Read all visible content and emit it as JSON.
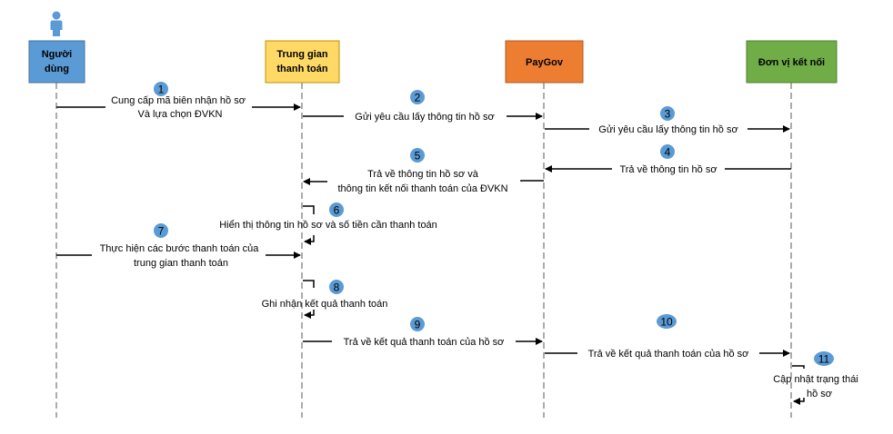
{
  "participants": [
    {
      "id": "user",
      "line1": "Người",
      "line2": "dùng",
      "color": "#5b9bd5"
    },
    {
      "id": "broker",
      "line1": "Trung gian",
      "line2": "thanh toán",
      "color": "#ffd966"
    },
    {
      "id": "paygov",
      "line1": "PayGov",
      "line2": "",
      "color": "#ed7d31"
    },
    {
      "id": "partner",
      "line1": "Đơn vị kết nối",
      "line2": "",
      "color": "#70ad47"
    }
  ],
  "steps": [
    {
      "n": "1",
      "lines": [
        "Cung cấp mã biên nhận hồ sơ",
        "Và lựa chọn ĐVKN"
      ]
    },
    {
      "n": "2",
      "lines": [
        "Gửi yêu cầu lấy thông tin hồ sơ"
      ]
    },
    {
      "n": "3",
      "lines": [
        "Gửi yêu cầu lấy thông tin hồ sơ"
      ]
    },
    {
      "n": "4",
      "lines": [
        "Trả về thông tin hồ sơ"
      ]
    },
    {
      "n": "5",
      "lines": [
        "Trả về thông tin hồ sơ và",
        "thông tin kết nối thanh toán của ĐVKN"
      ]
    },
    {
      "n": "6",
      "lines": [
        "Hiển thị thông tin hồ sơ và số tiền cần thanh toán"
      ]
    },
    {
      "n": "7",
      "lines": [
        "Thực hiện các bước thanh toán của",
        "trung gian thanh toán"
      ]
    },
    {
      "n": "8",
      "lines": [
        "Ghi nhận kết quả thanh toán"
      ]
    },
    {
      "n": "9",
      "lines": [
        "Trả về kết quả thanh toán của hồ sơ"
      ]
    },
    {
      "n": "10",
      "lines": [
        "Trả về kết quả thanh toán của hồ sơ"
      ]
    },
    {
      "n": "11",
      "lines": [
        "Cập nhật trạng thái",
        "hồ sơ"
      ]
    }
  ],
  "colors": {
    "badge": "#5b9bd5",
    "line": "#000000",
    "lifeline": "#7f7f7f",
    "actor": "#5b9bd5"
  },
  "icons": {
    "actor": "person-icon"
  }
}
